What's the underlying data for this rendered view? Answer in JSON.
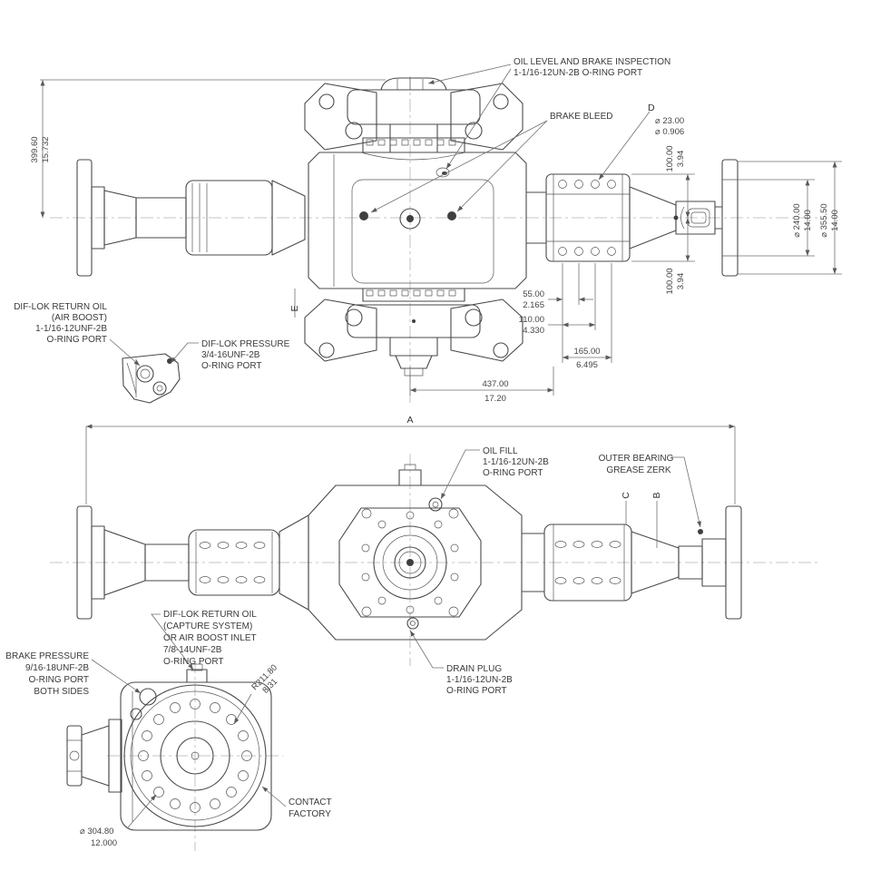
{
  "callouts": {
    "oil_level": [
      "OIL LEVEL AND BRAKE INSPECTION",
      "1-1/16-12UN-2B O-RING PORT"
    ],
    "brake_bleed": [
      "BRAKE BLEED"
    ],
    "diflok_return_air": [
      "DIF-LOK RETURN OIL",
      "(AIR BOOST)",
      "1-1/16-12UNF-2B",
      "O-RING PORT"
    ],
    "diflok_pressure": [
      "DIF-LOK PRESSURE",
      "3/4-16UNF-2B",
      "O-RING PORT"
    ],
    "oil_fill": [
      "OIL FILL",
      "1-1/16-12UN-2B",
      "O-RING PORT"
    ],
    "outer_bearing": [
      "OUTER BEARING",
      "GREASE ZERK"
    ],
    "diflok_return_capture": [
      "DIF-LOK RETURN OIL",
      "(CAPTURE SYSTEM)",
      "OR AIR BOOST INLET",
      "7/8-14UNF-2B",
      "O-RING PORT"
    ],
    "brake_pressure": [
      "BRAKE PRESSURE",
      "9/16-18UNF-2B",
      "O-RING PORT",
      "BOTH SIDES"
    ],
    "drain_plug": [
      "DRAIN PLUG",
      "1-1/16-12UN-2B",
      "O-RING PORT"
    ],
    "contact_factory": [
      "CONTACT",
      "FACTORY"
    ]
  },
  "dimensions": {
    "overall_height": [
      "399.60",
      "15.732"
    ],
    "port_d": [
      "⌀ 23.00",
      "⌀ 0.906"
    ],
    "offset_upper": [
      "100.00",
      "3.94"
    ],
    "offset_lower": [
      "100.00",
      "3.94"
    ],
    "pilot_dia": [
      "⌀ 240.00",
      "14.00"
    ],
    "flange_dia": [
      "⌀ 355.50",
      "14.00"
    ],
    "spacing_55": [
      "55.00",
      "2.165"
    ],
    "spacing_110": [
      "110.00",
      "4.330"
    ],
    "spacing_165": [
      "165.00",
      "6.495"
    ],
    "center_to_face": [
      "437.00",
      "17.20"
    ],
    "flange_radius": [
      "R211.80",
      "8.31"
    ],
    "bolt_circle": [
      "⌀ 304.80",
      "12.000"
    ]
  },
  "datums": {
    "a": "A",
    "b": "B",
    "c": "C",
    "d": "D",
    "e": "E"
  }
}
